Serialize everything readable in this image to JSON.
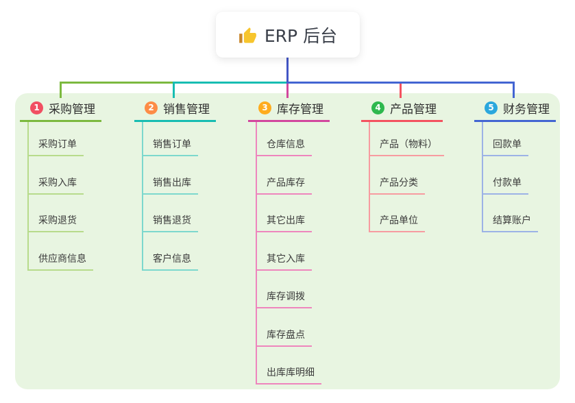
{
  "root": {
    "title": "ERP 后台",
    "icon": "thumbs-up-icon"
  },
  "colors": {
    "canvas_bg": "#ffffff",
    "panel_bg": "#e8f5e1",
    "root_edge": "#4356c6",
    "root_node_bg": "#ffffff",
    "title_text": "#2f2f2f",
    "child_text": "#3b3b3b",
    "thumb_icon": "#f7c52d"
  },
  "branches": [
    {
      "number": "1",
      "title": "采购管理",
      "color": "#7cb93f",
      "light_color": "#b7db8b",
      "badge_color": "#f14f62",
      "children": [
        "采购订单",
        "采购入库",
        "采购退货",
        "供应商信息"
      ]
    },
    {
      "number": "2",
      "title": "销售管理",
      "color": "#17bdb2",
      "light_color": "#7cd8cd",
      "badge_color": "#fd8c46",
      "children": [
        "销售订单",
        "销售出库",
        "销售退货",
        "客户信息"
      ]
    },
    {
      "number": "3",
      "title": "库存管理",
      "color": "#d2479e",
      "light_color": "#ee85bd",
      "badge_color": "#feac1e",
      "children": [
        "仓库信息",
        "产品库存",
        "其它出库",
        "其它入库",
        "库存调拨",
        "库存盘点",
        "出库库明细"
      ]
    },
    {
      "number": "4",
      "title": "产品管理",
      "color": "#f4525f",
      "light_color": "#f79ba0",
      "badge_color": "#2eb84e",
      "children": [
        "产品（物料）",
        "产品分类",
        "产品单位"
      ]
    },
    {
      "number": "5",
      "title": "财务管理",
      "color": "#4365d2",
      "light_color": "#9cb2e6",
      "badge_color": "#2aa7dd",
      "children": [
        "回款单",
        "付款单",
        "结算账户"
      ]
    }
  ]
}
